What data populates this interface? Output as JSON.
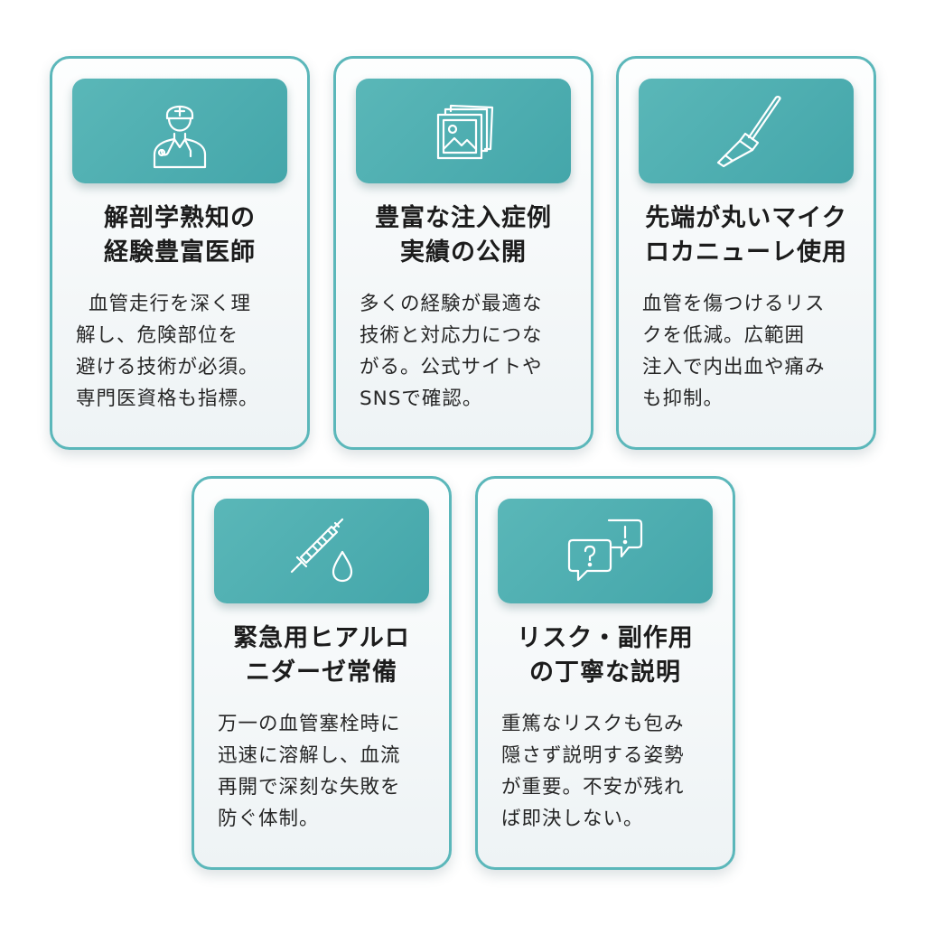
{
  "cards": [
    {
      "icon": "doctor-icon",
      "title": [
        "解剖学熟知の",
        "経験豊富医師"
      ],
      "body": [
        "血管走行を深く理",
        "解し、危険部位を",
        "避ける技術が必須。",
        "専門医資格も指標。"
      ]
    },
    {
      "icon": "photos-icon",
      "title": [
        "豊富な注入症例",
        "実績の公開"
      ],
      "body": [
        "多くの経験が最適な",
        "技術と対応力につな",
        "がる。公式サイトや",
        "SNSで確認。"
      ]
    },
    {
      "icon": "cannula-icon",
      "title": [
        "先端が丸いマイク",
        "ロカニューレ使用"
      ],
      "body": [
        "血管を傷つけるリス",
        "クを低減。広範囲",
        "注入で内出血や痛み",
        "も抑制。"
      ]
    },
    {
      "icon": "syringe-drop-icon",
      "title": [
        "緊急用ヒアルロ",
        "ニダーゼ常備"
      ],
      "body": [
        "万一の血管塞栓時に",
        "迅速に溶解し、血流",
        "再開で深刻な失敗を",
        "防ぐ体制。"
      ]
    },
    {
      "icon": "speech-bubbles-icon",
      "title": [
        "リスク・副作用",
        "の丁寧な説明"
      ],
      "body": [
        "重篤なリスクも包み",
        "隠さず説明する姿勢",
        "が重要。不安が残れ",
        "ば即決しない。"
      ]
    }
  ],
  "colors": {
    "accent": "#4fb0b3",
    "border": "#5bb7ba",
    "title_text": "#1c1c1c",
    "body_text": "#262626"
  }
}
